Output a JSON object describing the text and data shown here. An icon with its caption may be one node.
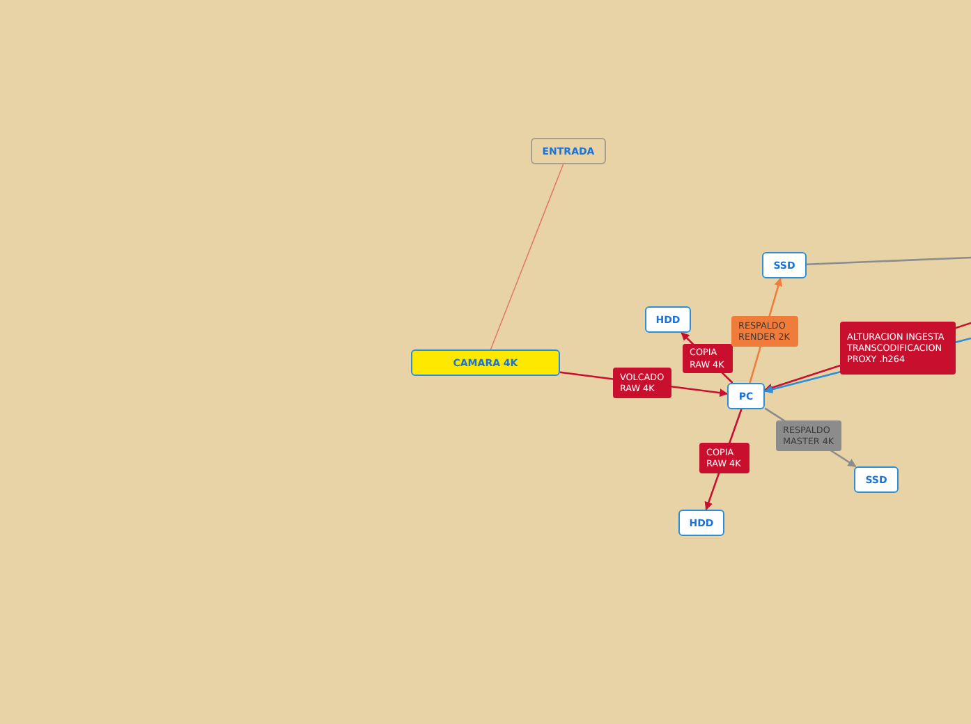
{
  "diagram": {
    "nodes": [
      {
        "text": [
          "ENTRADA"
        ]
      },
      {
        "text": [
          "CAMARA 4K"
        ]
      },
      {
        "text": [
          "PC"
        ]
      },
      {
        "text": [
          "HDD"
        ]
      },
      {
        "text": [
          "SSD"
        ]
      },
      {
        "text": [
          "SSD"
        ]
      },
      {
        "text": [
          "HDD"
        ]
      }
    ],
    "edges": [
      {
        "from": 0,
        "to": 1,
        "arrow": "none",
        "color": "#e07a6a"
      },
      {
        "from": 1,
        "to": 2,
        "arrow": "to",
        "label": "VOLCADO RAW 4K"
      },
      {
        "from": 2,
        "to": 3,
        "arrow": "to",
        "label": "COPIA RAW 4K"
      },
      {
        "from": 2,
        "to": 4,
        "arrow": "to",
        "label": "RESPALDO RENDER 2K",
        "color": "#f07c3c"
      },
      {
        "from": null,
        "to": 2,
        "arrow": "to",
        "label": "ALTURACION INGESTA TRANSCODIFICACION PROXY .h264"
      },
      {
        "from": null,
        "to": 2,
        "arrow": "to",
        "color": "#2a8fd8"
      },
      {
        "from": 4,
        "to": null,
        "arrow": "none",
        "color": "#8c8c8c"
      },
      {
        "from": 2,
        "to": 5,
        "arrow": "to",
        "label": "RESPALDO MASTER 4K",
        "color": "#8c8c8c"
      },
      {
        "from": 2,
        "to": 6,
        "arrow": "to",
        "label": "COPIA RAW 4K"
      }
    ]
  }
}
